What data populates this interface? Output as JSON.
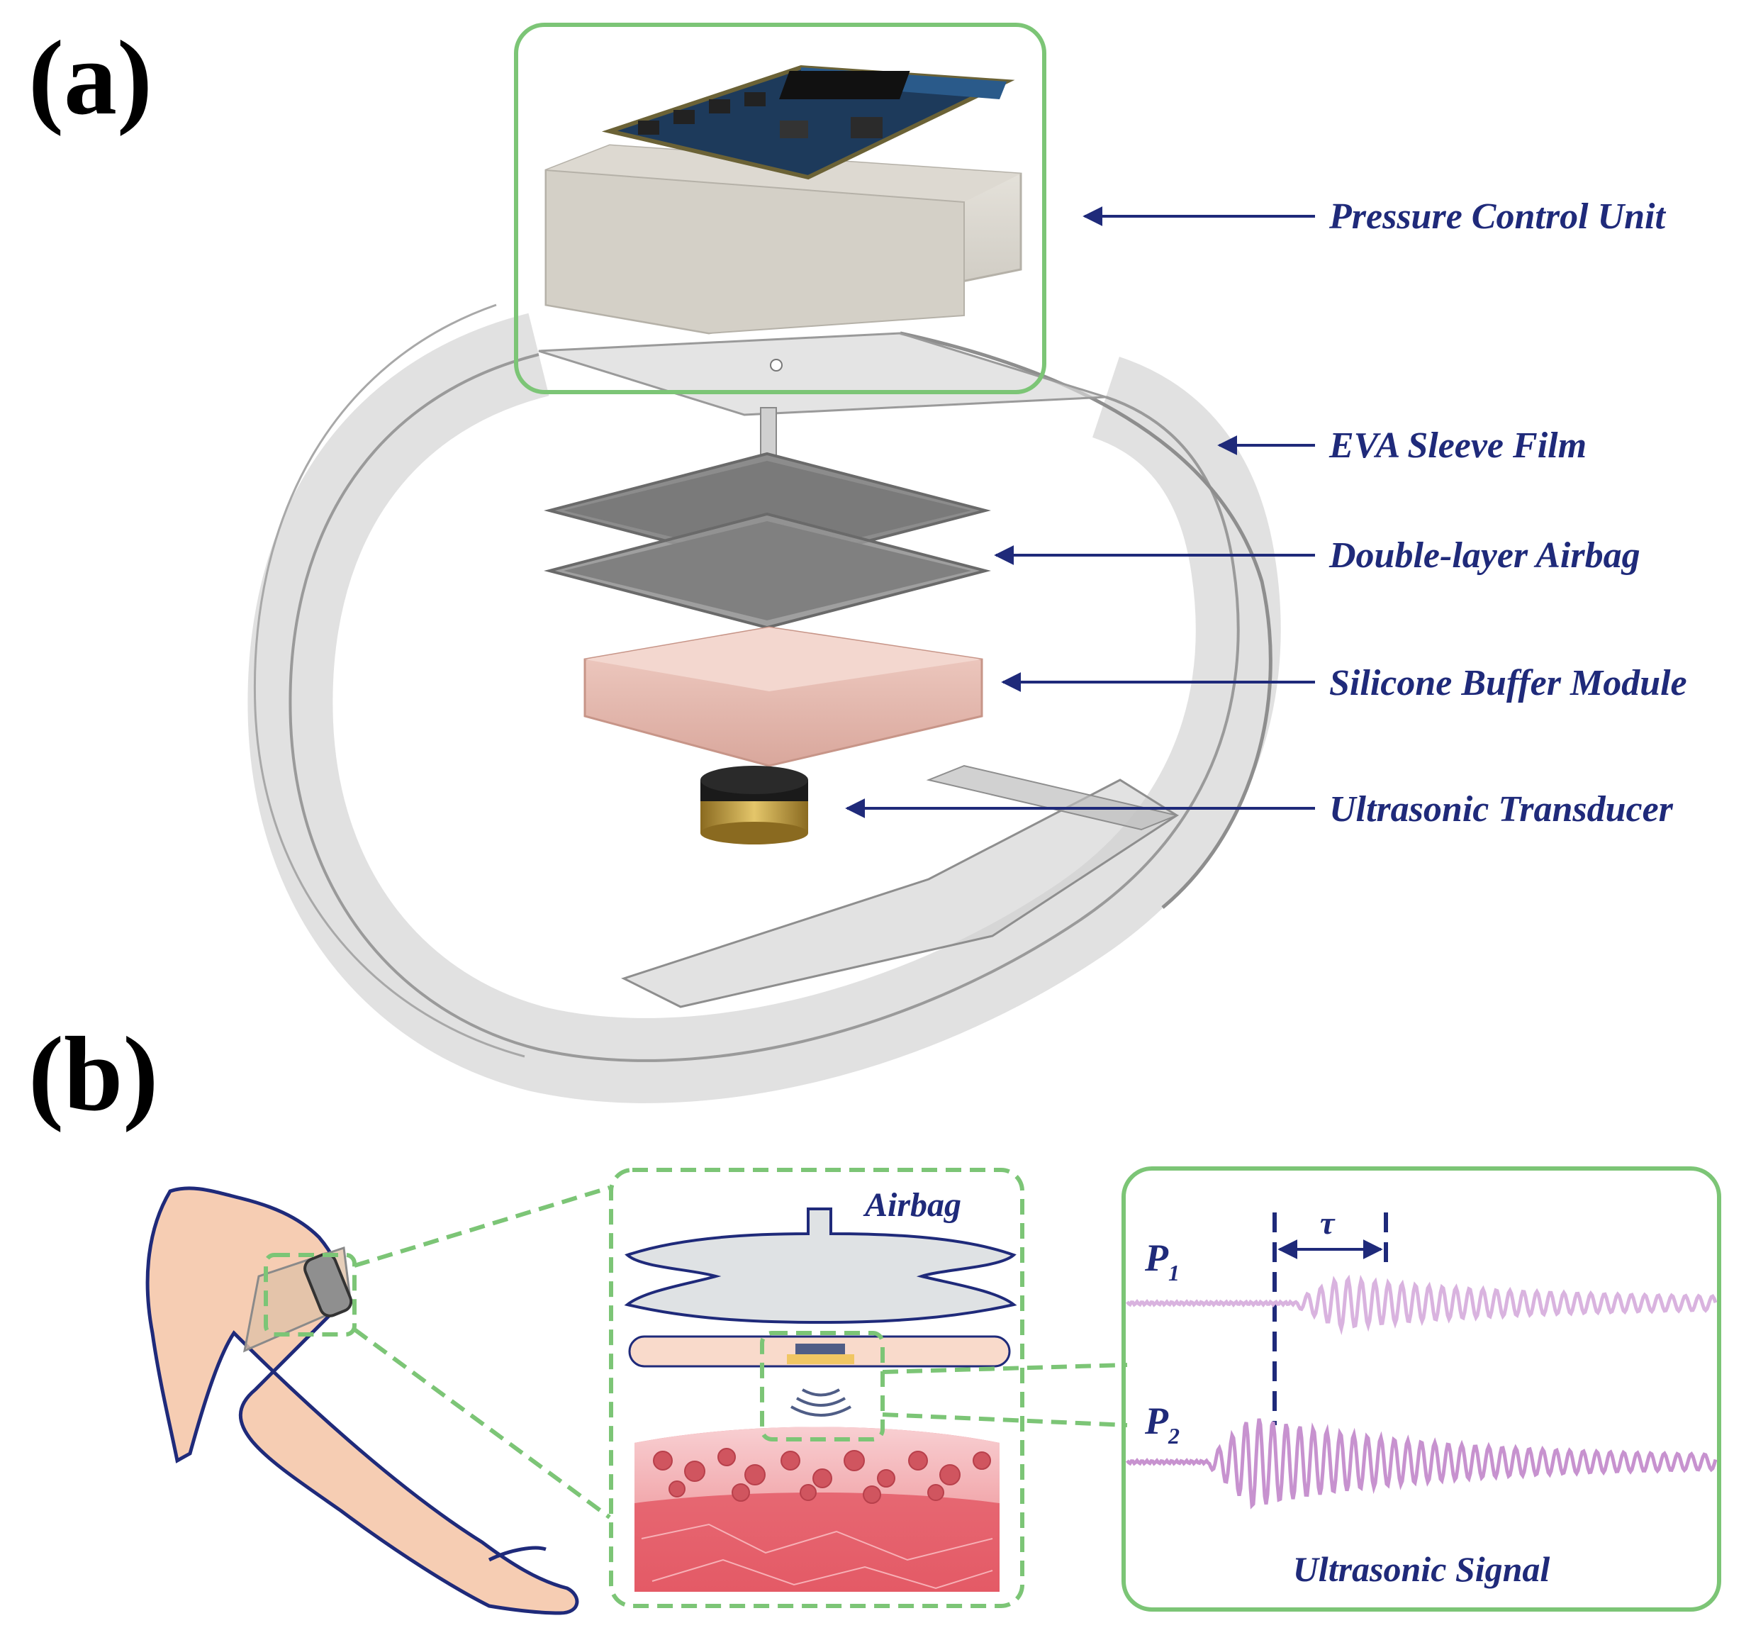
{
  "panel_a": {
    "label": "(a)",
    "callouts": [
      {
        "id": "pcu",
        "text": "Pressure Control Unit"
      },
      {
        "id": "eva",
        "text": "EVA Sleeve Film"
      },
      {
        "id": "airbag",
        "text": "Double-layer Airbag"
      },
      {
        "id": "silicone",
        "text": "Silicone Buffer Module"
      },
      {
        "id": "transducer",
        "text": "Ultrasonic Transducer"
      }
    ]
  },
  "panel_b": {
    "label": "(b)",
    "inset_label": "Airbag",
    "signal": {
      "tau": "τ",
      "p1_main": "P",
      "p1_sub": "1",
      "p2_main": "P",
      "p2_sub": "2",
      "title": "Ultrasonic Signal"
    }
  },
  "colors": {
    "callout_text": "#1f2a7a",
    "highlight_green": "#7cc576",
    "signal_p1": "#d9b3df",
    "signal_p2": "#c792cf",
    "skin": "#f6cdb3"
  }
}
